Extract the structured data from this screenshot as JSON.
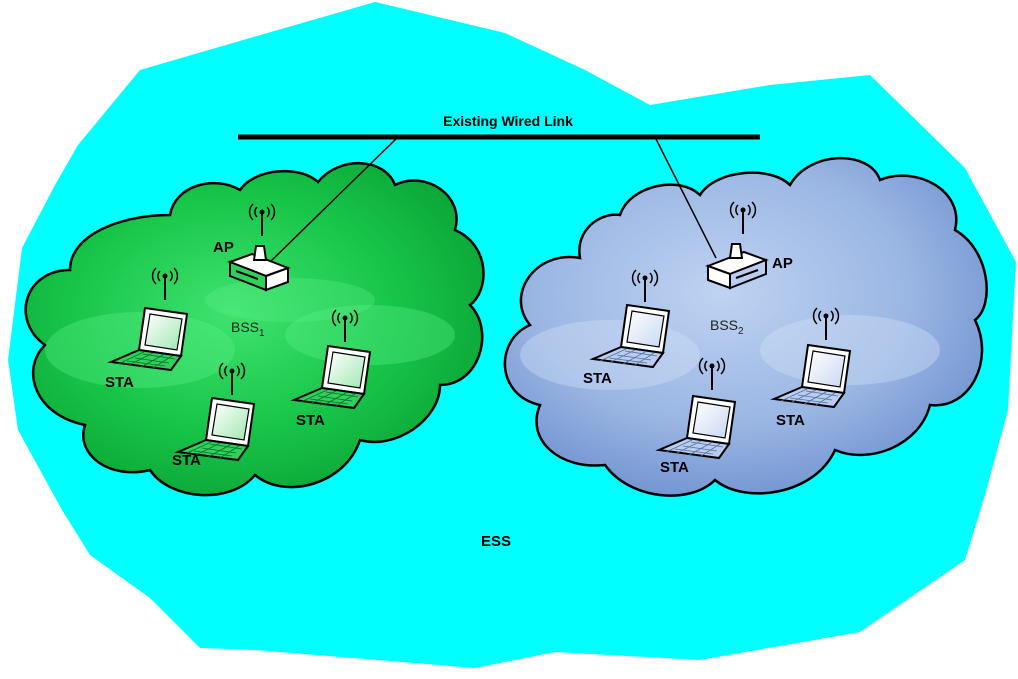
{
  "wired_link": {
    "label": "Existing Wired Link"
  },
  "ess": {
    "label": "ESS"
  },
  "bss1": {
    "name": "BSS",
    "sub": "1",
    "ap_label": "AP",
    "stations": [
      "STA",
      "STA",
      "STA"
    ]
  },
  "bss2": {
    "name": "BSS",
    "sub": "2",
    "ap_label": "AP",
    "stations": [
      "STA",
      "STA",
      "STA"
    ]
  },
  "colors": {
    "ess_fill": "#00ffff",
    "bss1_fill": "#1fcf4f",
    "bss2_fill": "#9db8e4",
    "outline": "#000000"
  }
}
